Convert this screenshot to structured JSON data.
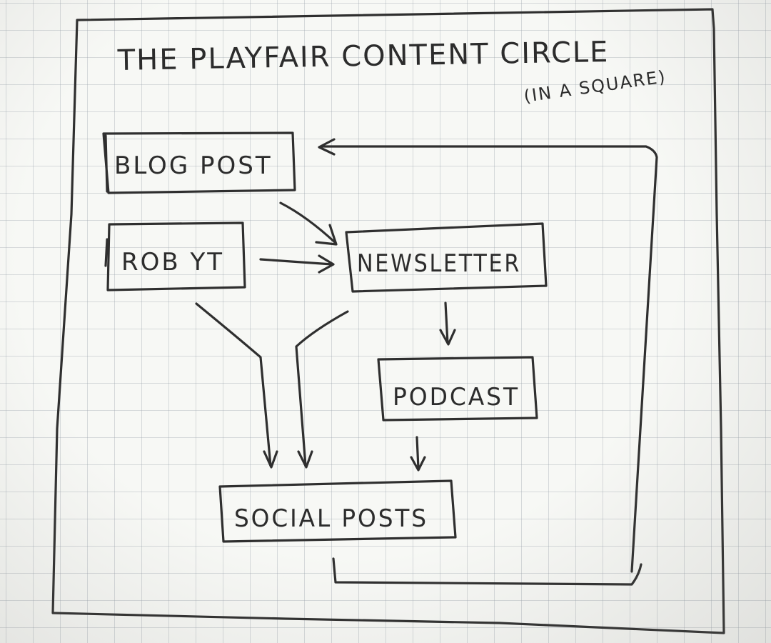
{
  "diagram": {
    "title": "THE PLAYFAIR CONTENT CIRCLE",
    "subtitle": "(IN A SQUARE)",
    "nodes": {
      "blog_post": "BLOG POST",
      "rob_yt": "ROB YT",
      "newsletter": "NEWSLETTER",
      "podcast": "PODCAST",
      "social_posts": "SOCIAL POSTS"
    },
    "edges": [
      {
        "from": "BLOG POST",
        "to": "NEWSLETTER"
      },
      {
        "from": "ROB YT",
        "to": "NEWSLETTER"
      },
      {
        "from": "ROB YT",
        "to": "SOCIAL POSTS"
      },
      {
        "from": "NEWSLETTER",
        "to": "SOCIAL POSTS"
      },
      {
        "from": "NEWSLETTER",
        "to": "PODCAST"
      },
      {
        "from": "PODCAST",
        "to": "SOCIAL POSTS"
      },
      {
        "from": "SOCIAL POSTS",
        "to": "BLOG POST"
      }
    ],
    "colors": {
      "ink": "#2f2f2f",
      "paper": "#f7f8f5",
      "grid": "#a0aab2"
    }
  }
}
